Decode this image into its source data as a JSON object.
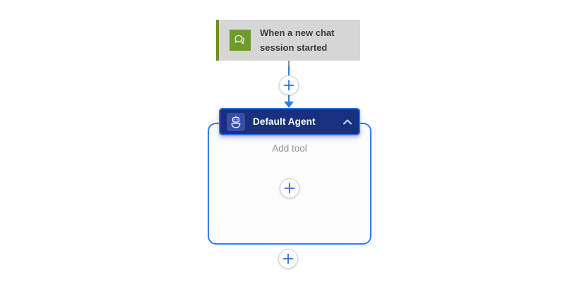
{
  "app": {
    "name": "flow-designer-canvas"
  },
  "trigger_card": {
    "title": "When a new chat session started",
    "icon": "chat-bubbles-icon",
    "colors": {
      "background": "#d6d6d6",
      "accent_stripe": "#6b8e23",
      "icon_background": "#6e9b27",
      "text": "#3a3a3a"
    }
  },
  "connector": {
    "add_action_button": {
      "icon": "plus-icon"
    },
    "line_color": "#3179e8",
    "stub_color": "#8a8a8a"
  },
  "agent_card": {
    "header": {
      "title": "Default Agent",
      "icon": "robot-icon",
      "collapse_icon": "chevron-up-icon",
      "background": "#18307f",
      "border": "#2e6be2",
      "icon_background": "#3450a5"
    },
    "body": {
      "placeholder": "Add tool",
      "add_tool_button": {
        "icon": "plus-icon"
      }
    },
    "container": {
      "border": "#3b79e8",
      "background": "#fcfcfc"
    }
  },
  "after_agent": {
    "add_action_button": {
      "icon": "plus-icon"
    }
  }
}
